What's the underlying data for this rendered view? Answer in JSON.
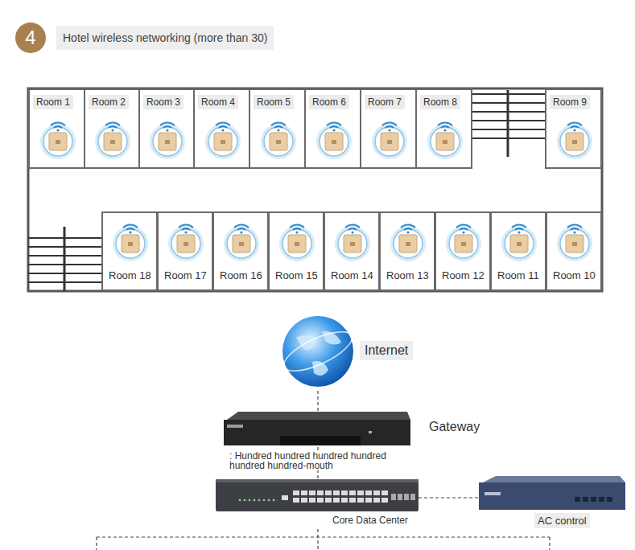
{
  "diagram": {
    "title": "Hotel wireless networking (more than 30)",
    "nodes": [
      {
        "text": [
          "4"
        ]
      },
      {
        "text": [
          "Room 1"
        ]
      },
      {
        "text": [
          "Room 2"
        ]
      },
      {
        "text": [
          "Room 3"
        ]
      },
      {
        "text": [
          "Room 4"
        ]
      },
      {
        "text": [
          "Room 5"
        ]
      },
      {
        "text": [
          "Room 6"
        ]
      },
      {
        "text": [
          "Room 7"
        ]
      },
      {
        "text": [
          "Room 8"
        ]
      },
      {
        "text": [
          "Room 9"
        ]
      },
      {
        "text": [
          "Room 18"
        ]
      },
      {
        "text": [
          "Room 17"
        ]
      },
      {
        "text": [
          "Room 16"
        ]
      },
      {
        "text": [
          "Room 15"
        ]
      },
      {
        "text": [
          "Room 14"
        ]
      },
      {
        "text": [
          "Room 13"
        ]
      },
      {
        "text": [
          "Room 12"
        ]
      },
      {
        "text": [
          "Room 11"
        ]
      },
      {
        "text": [
          "Room 10"
        ]
      },
      {
        "text": [
          "Internet"
        ]
      },
      {
        "text": [
          "Gateway"
        ]
      },
      {
        "text": [
          "Core Data Center"
        ]
      },
      {
        "text": [
          "AC control"
        ]
      }
    ],
    "edges": [
      {
        "from": 19,
        "to": 20,
        "arrow": "none"
      },
      {
        "from": 20,
        "to": 21,
        "arrow": "none"
      },
      {
        "from": 21,
        "to": 22,
        "arrow": "none"
      }
    ],
    "labels": [
      ": Hundred hundred hundred hundred hundred hundred-mouth"
    ]
  }
}
